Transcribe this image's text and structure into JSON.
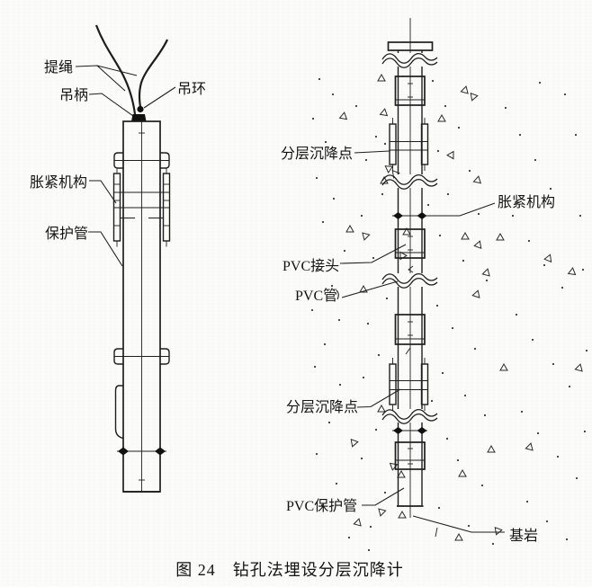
{
  "figure": {
    "number": "图 24",
    "title": "钻孔法埋设分层沉降计",
    "caption": "图 24　钻孔法埋设分层沉降计"
  },
  "left_diagram": {
    "labels": {
      "lifting_rope": "提绳",
      "lift_handle": "吊柄",
      "lift_ring": "吊环",
      "expansion_mechanism": "胀紧机构",
      "protection_tube": "保护管"
    }
  },
  "right_diagram": {
    "labels": {
      "settlement_point_upper": "分层沉降点",
      "expansion_mechanism": "胀紧机构",
      "pvc_joint": "PVC接头",
      "pvc_pipe": "PVC管",
      "settlement_point_lower": "分层沉降点",
      "pvc_protection_tube": "PVC保护管",
      "bedrock": "基岩"
    }
  }
}
